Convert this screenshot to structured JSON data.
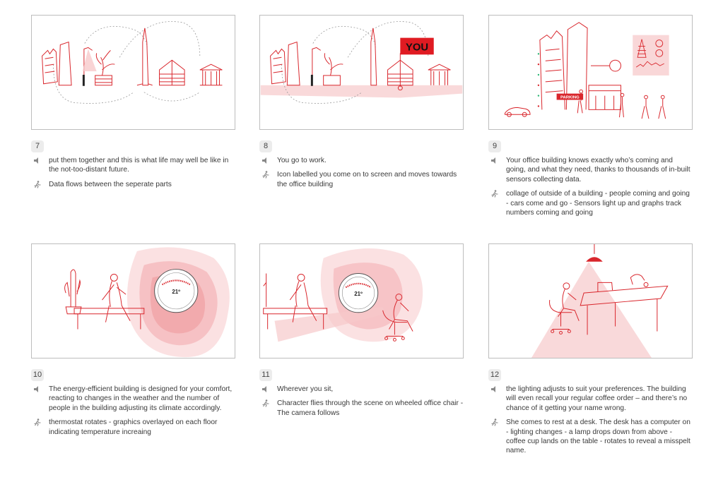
{
  "panels": [
    {
      "number": "7",
      "narration": "put them together and this is what life may well be like in the not-too-distant future.",
      "direction": "Data flows between the seperate parts"
    },
    {
      "number": "8",
      "narration": "You go to work.",
      "direction": "Icon labelled you come on to screen and moves towards the office building",
      "you_label": "YOU"
    },
    {
      "number": "9",
      "narration": "Your office building knows exactly who’s coming and going, and what they need, thanks to thousands of in-built sensors collecting data.",
      "direction": "collage of outside of a building - people coming and going - cars come and go - Sensors light up and graphs track numbers coming and going",
      "parking_label": "PARKING"
    },
    {
      "number": "10",
      "narration": "The energy-efficient building is designed for your comfort, reacting to changes in the weather and the number of people in the building adjusting its climate accordingly.",
      "direction": "thermostat rotates - graphics overlayed on each floor indicating temperature increaing",
      "thermostat_temp": "21º"
    },
    {
      "number": "11",
      "narration": "Wherever you sit,",
      "direction": "Character flies through the scene on wheeled office chair - The camera follows",
      "thermostat_temp": "21º"
    },
    {
      "number": "12",
      "narration": "the lighting adjusts to suit your preferences. The building will even recall your regular coffee order – and there’s no chance of it getting your name wrong.",
      "direction": "She comes to rest at a desk. The desk has a computer on - lighting changes - a lamp drops down from above  - coffee cup lands on the table - rotates to reveal a misspelt name."
    }
  ],
  "icons": {
    "narration": "speaker-icon",
    "direction": "running-person-icon"
  },
  "colors": {
    "accent": "#d9262c",
    "tint": "#f7c9cb",
    "frame_border": "#bdbdbd",
    "number_badge": "#ececec"
  }
}
